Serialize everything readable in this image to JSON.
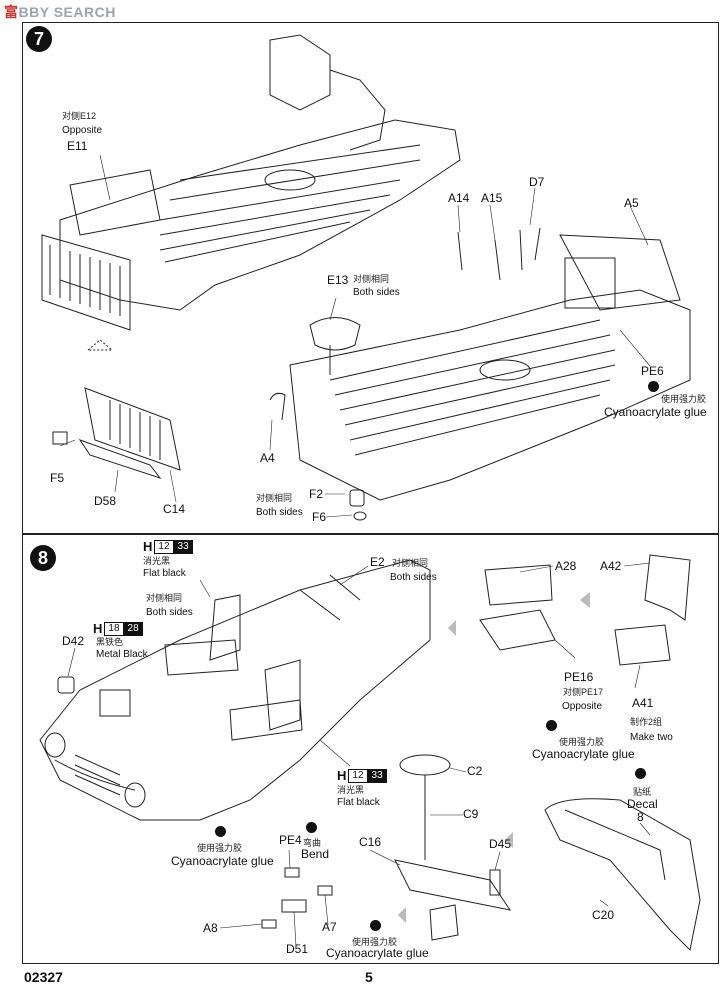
{
  "watermark": {
    "prefix": "",
    "brand_colored": "富",
    "brand_rest": "BBY SEARCH",
    "sub": ""
  },
  "step7": {
    "number": "7",
    "labels": {
      "e12_cn": "对侧E12",
      "opposite": "Opposite",
      "e11": "E11",
      "f5": "F5",
      "d58": "D58",
      "c14": "C14",
      "e13": "E13",
      "e13_cn": "对侧相同",
      "both_sides": "Both sides",
      "a4": "A4",
      "f2": "F2",
      "f6": "F6",
      "f2_cn": "对侧相同",
      "f2_both": "Both sides",
      "a14": "A14",
      "a15": "A15",
      "d7": "D7",
      "a5": "A5",
      "pe6": "PE6",
      "pe6_cn": "使用强力胶",
      "pe6_glue": "Cyanoacrylate glue"
    }
  },
  "step8": {
    "number": "8",
    "paint_seat_top": {
      "h": "H",
      "n1": "12",
      "n2": "33",
      "cn": "消光黑",
      "en": "Flat black"
    },
    "seat_top_both_cn": "对侧相同",
    "seat_top_both": "Both sides",
    "paint_battery": {
      "h": "H",
      "n1": "18",
      "n2": "28",
      "cn": "黑铁色",
      "en": "Metal  Black"
    },
    "paint_seat_bottom": {
      "h": "H",
      "n1": "12",
      "n2": "33",
      "cn": "消光黑",
      "en": "Flat black"
    },
    "labels": {
      "d42": "D42",
      "e2": "E2",
      "e2_cn": "对侧相同",
      "e2_both": "Both sides",
      "a28": "A28",
      "a42": "A42",
      "pe16": "PE16",
      "pe17_cn": "对侧PE17",
      "opposite": "Opposite",
      "a41": "A41",
      "make_two_cn": "制作2组",
      "make_two": "Make two",
      "glue_mid_cn": "使用强力胶",
      "glue_mid": "Cyanoacrylate glue",
      "c2": "C2",
      "c9": "C9",
      "c16": "C16",
      "d45": "D45",
      "decal_cn": "贴纸",
      "decal": "Decal",
      "decal_num": "8",
      "c20": "C20",
      "pe4": "PE4",
      "bend_cn": "弯曲",
      "bend": "Bend",
      "glue_left_cn": "使用强力胶",
      "glue_left": "Cyanoacrylate glue",
      "a8": "A8",
      "d51": "D51",
      "a7": "A7",
      "glue_bottom_cn": "使用强力胶",
      "glue_bottom": "Cyanoacrylate glue"
    }
  },
  "footer": {
    "code": "02327",
    "page": "5"
  }
}
